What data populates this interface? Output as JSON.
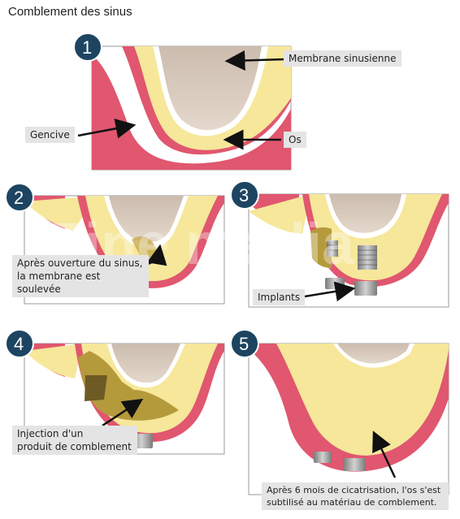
{
  "title": "Comblement des sinus",
  "watermark": "Fine media",
  "steps": [
    {
      "number": "1",
      "labels": {
        "membrane": "Membrane sinusienne",
        "gencive": "Gencive",
        "os": "Os"
      }
    },
    {
      "number": "2",
      "labels": {
        "caption_line1": "Après ouverture du sinus,",
        "caption_line2": "la membrane est soulevée"
      }
    },
    {
      "number": "3",
      "labels": {
        "implants": "Implants"
      }
    },
    {
      "number": "4",
      "labels": {
        "caption_line1": "Injection d'un",
        "caption_line2": "produit de comblement"
      }
    },
    {
      "number": "5",
      "labels": {
        "caption_line1": "Après 6 mois de cicatrisation, l'os s'est",
        "caption_line2": "subtilisé au matériau de comblement."
      }
    }
  ],
  "colors": {
    "gum": "#e0576f",
    "gum_dark": "#b8384e",
    "bone": "#f6e79a",
    "bone_dark": "#d8c46a",
    "membrane": "#ffffff",
    "sinus": "#d9cbbd",
    "graft": "#b59a3c",
    "implant": "#9a9a9a",
    "badge": "#1d4562",
    "frame": "#9a9a9a"
  }
}
